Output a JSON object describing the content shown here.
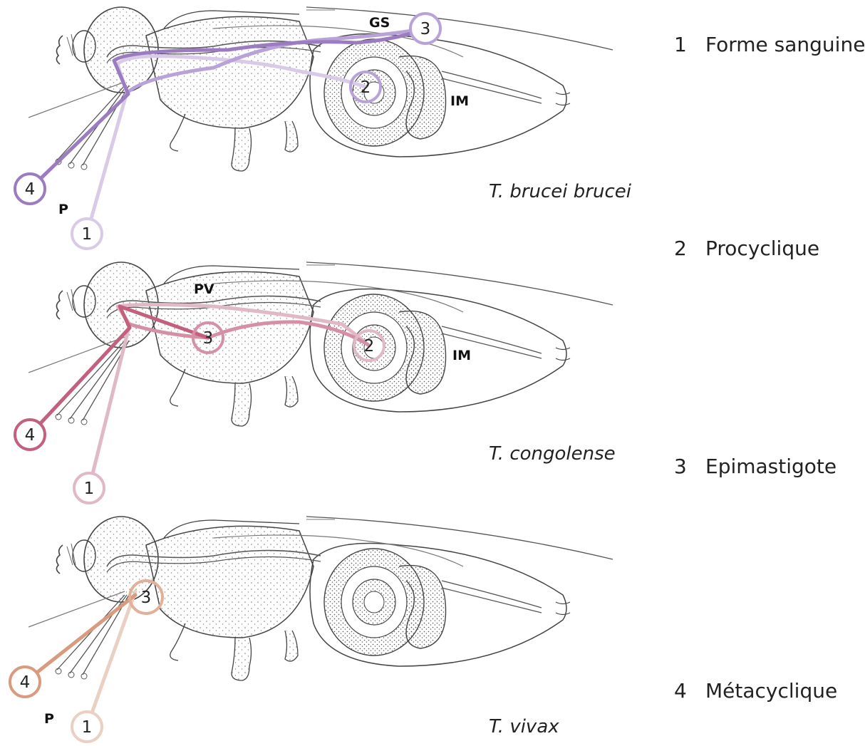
{
  "legend": [
    {
      "num": "1",
      "label": "Forme sanguine"
    },
    {
      "num": "2",
      "label": "Procyclique"
    },
    {
      "num": "3",
      "label": "Epimastigote"
    },
    {
      "num": "4",
      "label": "Métacyclique"
    }
  ],
  "panels": [
    {
      "species": "T. brucei brucei",
      "labels": [
        "GS",
        "IM",
        "P"
      ],
      "stage_markers": [
        "1",
        "2",
        "3",
        "4"
      ],
      "color_dark": "#9b7cc0",
      "color_mid": "#b9a2d8",
      "color_light": "#d9cbe8"
    },
    {
      "species": "T. congolense",
      "labels": [
        "PV",
        "IM"
      ],
      "stage_markers": [
        "1",
        "2",
        "3",
        "4"
      ],
      "color_dark": "#c2607e",
      "color_mid": "#d690a6",
      "color_light": "#e1b9c6"
    },
    {
      "species": "T. vivax",
      "labels": [
        "P"
      ],
      "stage_markers": [
        "1",
        "3",
        "4"
      ],
      "color_dark": "#d99a7e",
      "color_mid": "#e2b098",
      "color_light": "#ead0c3"
    }
  ]
}
